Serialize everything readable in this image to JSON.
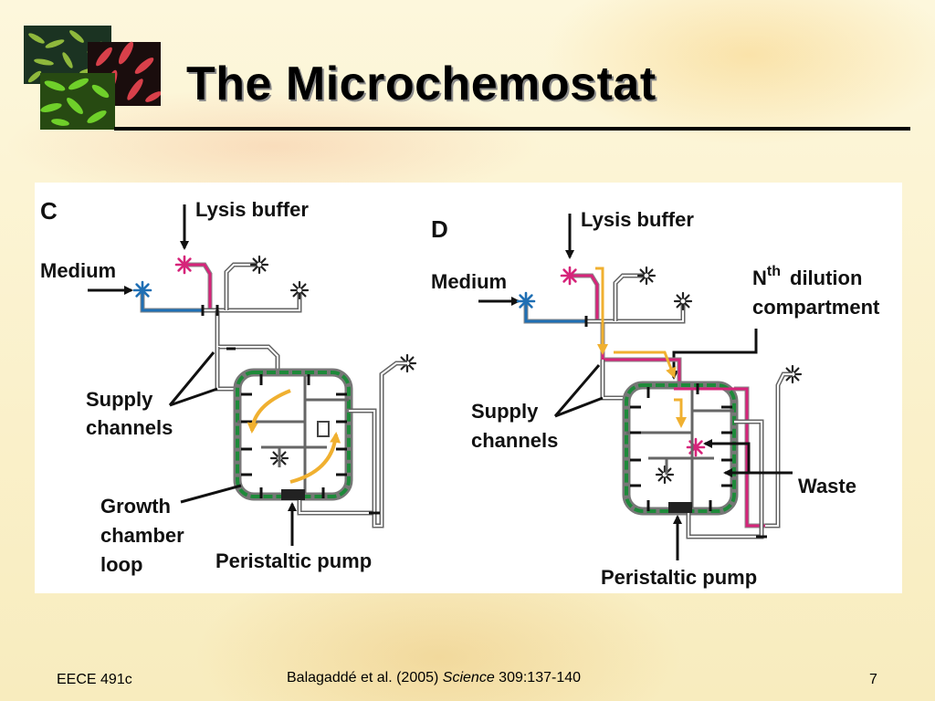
{
  "slide": {
    "title": "The Microchemostat",
    "footer_left": "EECE 491c",
    "footer_citation_authors": "Balagaddé et al. (2005) ",
    "footer_citation_journal": "Science",
    "footer_citation_ref": " 309:137-140",
    "page_number": "7"
  },
  "panel_c": {
    "panel_letter": "C",
    "lysis_label": "Lysis buffer",
    "medium_label": "Medium",
    "supply_line1": "Supply",
    "supply_line2": "channels",
    "growth_line1": "Growth",
    "growth_line2": "chamber",
    "growth_line3": "loop",
    "pump_label": "Peristaltic pump"
  },
  "panel_d": {
    "panel_letter": "D",
    "lysis_label": "Lysis buffer",
    "medium_label": "Medium",
    "nth_main": "N",
    "nth_sup": "th",
    "nth_rest": "dilution",
    "nth_line2": "compartment",
    "supply_line1": "Supply",
    "supply_line2": "channels",
    "waste_label": "Waste",
    "pump_label": "Peristaltic pump"
  },
  "colors": {
    "medium_blue": "#1f6fb4",
    "lysis_magenta": "#d6247a",
    "chamber_green": "#1e8a3a",
    "flow_arrow_orange": "#f0b030",
    "channel_gray": "#9a9a9a"
  },
  "icons": {
    "logo": "bacteria-micrograph-icon",
    "port": "inlet-port-icon"
  }
}
